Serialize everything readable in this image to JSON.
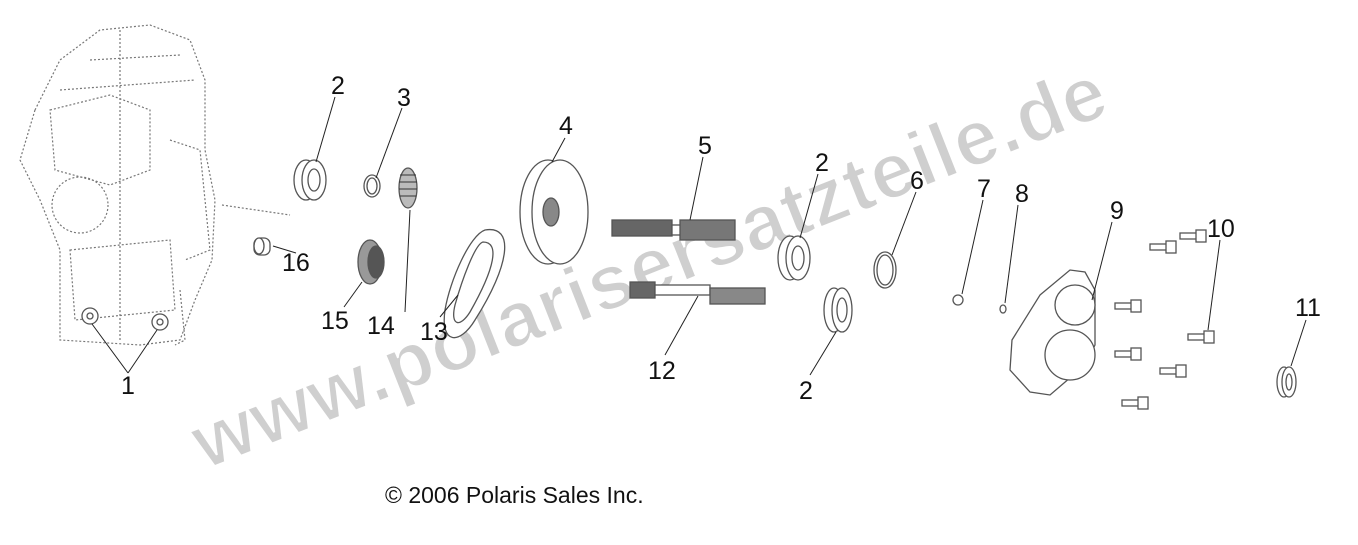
{
  "diagram": {
    "callouts": [
      "1",
      "2",
      "3",
      "4",
      "5",
      "2",
      "6",
      "7",
      "8",
      "9",
      "10",
      "11",
      "12",
      "2",
      "13",
      "14",
      "15",
      "16"
    ],
    "watermark": "www.polarisersatzteile.de",
    "copyright": "© 2006 Polaris Sales Inc."
  }
}
